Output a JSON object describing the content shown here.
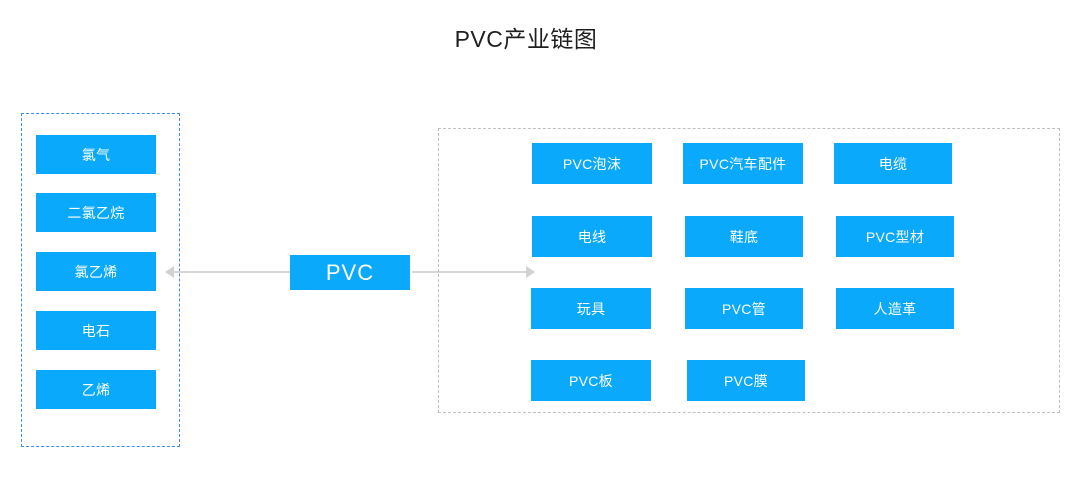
{
  "title": "PVC产业链图",
  "colors": {
    "node_fill": "#0aa9fc",
    "node_text": "#ffffff",
    "upstream_border": "#3c8ef0",
    "downstream_border": "#bfbfbf",
    "connector": "#d6d6d6",
    "title_text": "#1f1f1f"
  },
  "center": {
    "label": "PVC"
  },
  "upstream": {
    "items": [
      {
        "label": "氯气"
      },
      {
        "label": "二氯乙烷"
      },
      {
        "label": "氯乙烯"
      },
      {
        "label": "电石"
      },
      {
        "label": "乙烯"
      }
    ]
  },
  "downstream": {
    "items": [
      {
        "label": "PVC泡沫"
      },
      {
        "label": "PVC汽车配件"
      },
      {
        "label": "电缆"
      },
      {
        "label": "电线"
      },
      {
        "label": "鞋底"
      },
      {
        "label": "PVC型材"
      },
      {
        "label": "玩具"
      },
      {
        "label": "PVC管"
      },
      {
        "label": "人造革"
      },
      {
        "label": "PVC板"
      },
      {
        "label": "PVC膜"
      }
    ]
  },
  "connectors": {
    "left_arrow_name": "arrow-pvc-to-upstream",
    "right_arrow_name": "arrow-pvc-to-downstream"
  }
}
